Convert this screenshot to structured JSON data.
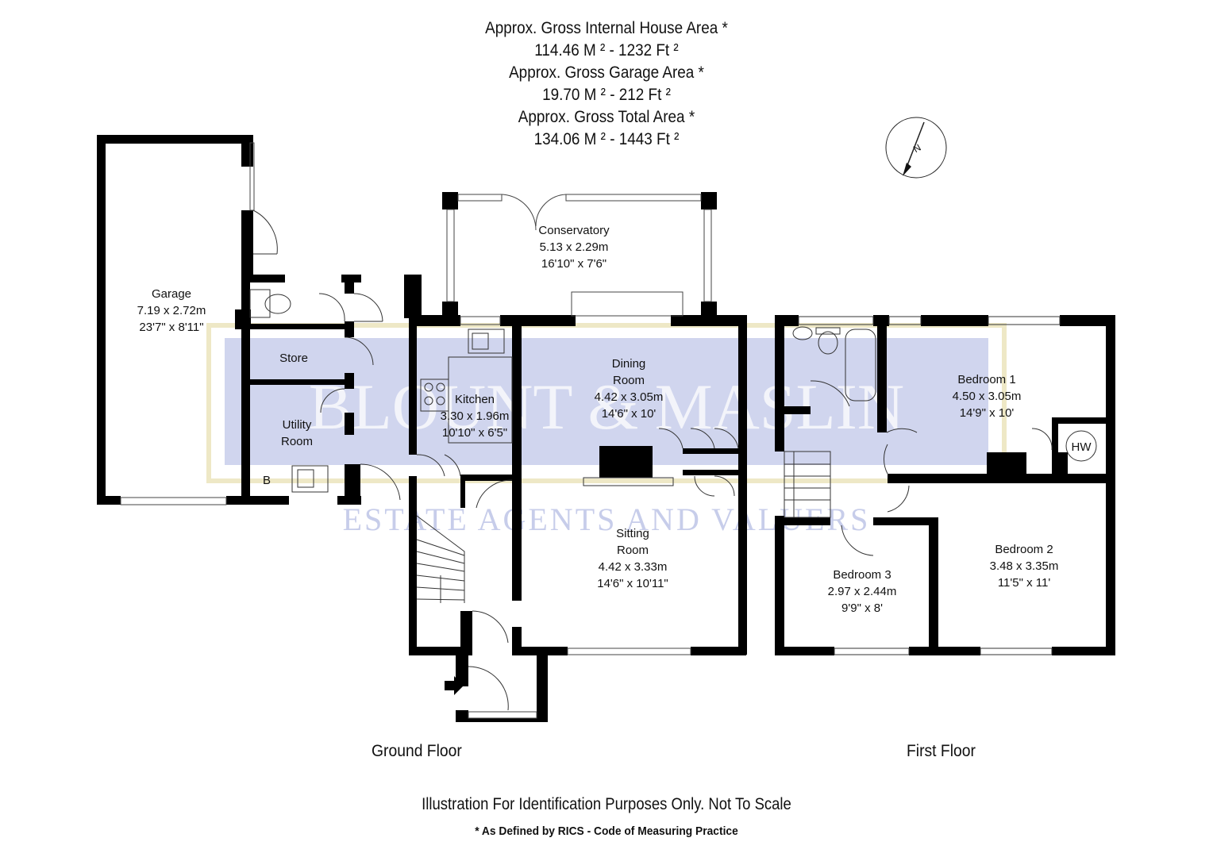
{
  "header": {
    "line1": "Approx. Gross Internal House Area *",
    "line2": "114.46 M ² - 1232 Ft ²",
    "line3": "Approx. Gross Garage Area *",
    "line4": "19.70 M ² - 212 Ft ²",
    "line5": "Approx. Gross Total Area *",
    "line6": "134.06 M ² - 1443 Ft ²"
  },
  "rooms": {
    "garage": {
      "name": "Garage",
      "metric": "7.19 x 2.72m",
      "imperial": "23'7\" x 8'11\""
    },
    "conservatory": {
      "name": "Conservatory",
      "metric": "5.13 x 2.29m",
      "imperial": "16'10\" x 7'6\""
    },
    "store": {
      "name": "Store"
    },
    "utility": {
      "name1": "Utility",
      "name2": "Room",
      "boiler": "B"
    },
    "kitchen": {
      "name": "Kitchen",
      "metric": "3.30 x 1.96m",
      "imperial": "10'10\" x 6'5\""
    },
    "dining": {
      "name1": "Dining",
      "name2": "Room",
      "metric": "4.42 x 3.05m",
      "imperial": "14'6\" x 10'"
    },
    "sitting": {
      "name1": "Sitting",
      "name2": "Room",
      "metric": "4.42 x 3.33m",
      "imperial": "14'6\" x 10'11\""
    },
    "bedroom1": {
      "name": "Bedroom 1",
      "metric": "4.50 x 3.05m",
      "imperial": "14'9\" x 10'",
      "hw": "HW"
    },
    "bedroom2": {
      "name": "Bedroom 2",
      "metric": "3.48 x 3.35m",
      "imperial": "11'5\" x 11'"
    },
    "bedroom3": {
      "name": "Bedroom 3",
      "metric": "2.97 x 2.44m",
      "imperial": "9'9\" x 8'"
    }
  },
  "watermark": {
    "brand": "BLOUNT & MASLIN",
    "tagline": "ESTATE AGENTS AND VALUERS"
  },
  "floors": {
    "ground": "Ground Floor",
    "first": "First Floor"
  },
  "footer": {
    "disclaimer": "Illustration For Identification Purposes Only. Not To Scale",
    "rics": "* As Defined by RICS - Code of Measuring Practice"
  },
  "colors": {
    "wall": "#000000",
    "watermark_band": "#a9b3e0",
    "watermark_border": "#eee8c6"
  }
}
